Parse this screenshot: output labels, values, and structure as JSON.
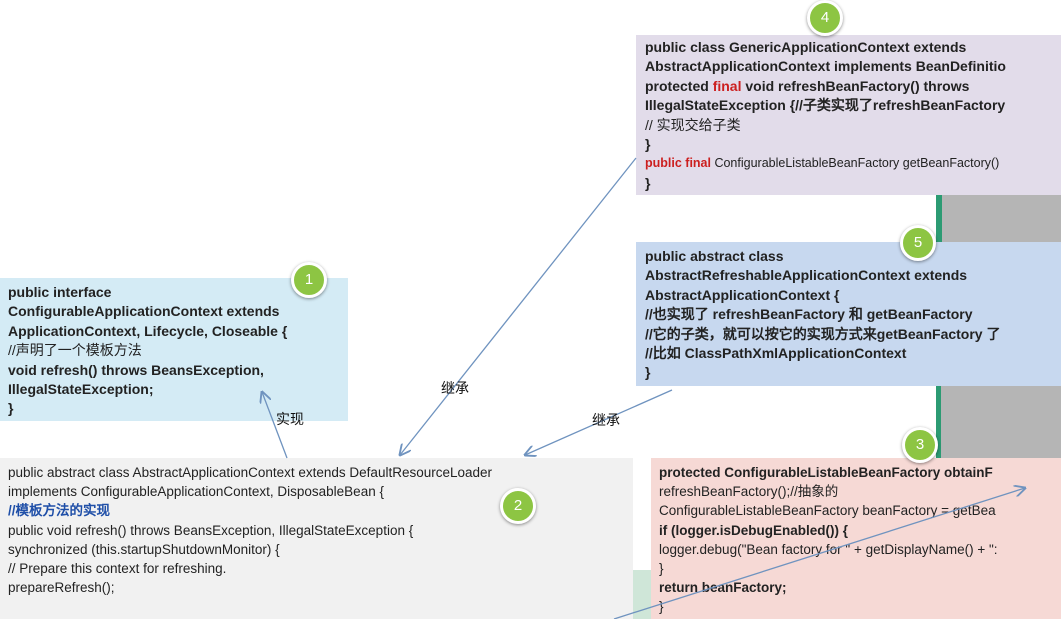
{
  "boxes": {
    "box1": {
      "lines": [
        "public interface",
        "ConfigurableApplicationContext extends",
        "ApplicationContext, Lifecycle, Closeable {",
        "//声明了一个模板方法",
        "void refresh() throws BeansException,",
        "IllegalStateException;",
        "}"
      ]
    },
    "box2": {
      "lines": [
        "public abstract class AbstractApplicationContext extends DefaultResourceLoader",
        "implements ConfigurableApplicationContext, DisposableBean {",
        "//模板方法的实现",
        "public void refresh() throws BeansException, IllegalStateException {",
        "synchronized (this.startupShutdownMonitor) {",
        "// Prepare this context for refreshing.",
        "prepareRefresh();"
      ]
    },
    "box3": {
      "lines": [
        "protected ConfigurableListableBeanFactory obtainF",
        "refreshBeanFactory();//抽象的",
        "ConfigurableListableBeanFactory beanFactory = getBea",
        "if (logger.isDebugEnabled()) {",
        "logger.debug(\"Bean factory for \" + getDisplayName() + \":",
        "}",
        "return beanFactory;",
        "}"
      ]
    },
    "box4": {
      "lines": [
        "public class GenericApplicationContext extends",
        "AbstractApplicationContext implements BeanDefinitio",
        "protected final void refreshBeanFactory() throws",
        "IllegalStateException {//子类实现了refreshBeanFactory",
        " // 实现交给子类",
        "}",
        "public final ConfigurableListableBeanFactory getBeanFactory()",
        "}"
      ],
      "kw_protected": "protected ",
      "kw_final": "final",
      "kw_rest": " void refreshBeanFactory() throws",
      "kw_public_final": "public final",
      "kw_getbean": " ConfigurableListableBeanFactory getBeanFactory()"
    },
    "box5": {
      "lines": [
        "public abstract class",
        "AbstractRefreshableApplicationContext extends",
        "AbstractApplicationContext {",
        " //也实现了 refreshBeanFactory 和 getBeanFactory",
        " //它的子类，就可以按它的实现方式来getBeanFactory 了",
        " //比如 ClassPathXmlApplicationContext",
        "}"
      ]
    }
  },
  "badges": [
    "1",
    "2",
    "3",
    "4",
    "5"
  ],
  "edges": {
    "implements_label": "实现",
    "inherits_label_1": "继承",
    "inherits_label_2": "继承"
  },
  "colors": {
    "box1_bg": "#d4ebf5",
    "box2_bg": "#f1f1f1",
    "box3_bg": "#f6d9d5",
    "box4_bg": "#e2dcea",
    "box5_bg": "#c7d8ef",
    "badge": "#8dc543",
    "arrow": "#6f93bf",
    "keyword_red": "#cc1f1f",
    "comment_blue": "#1f4fa8"
  }
}
